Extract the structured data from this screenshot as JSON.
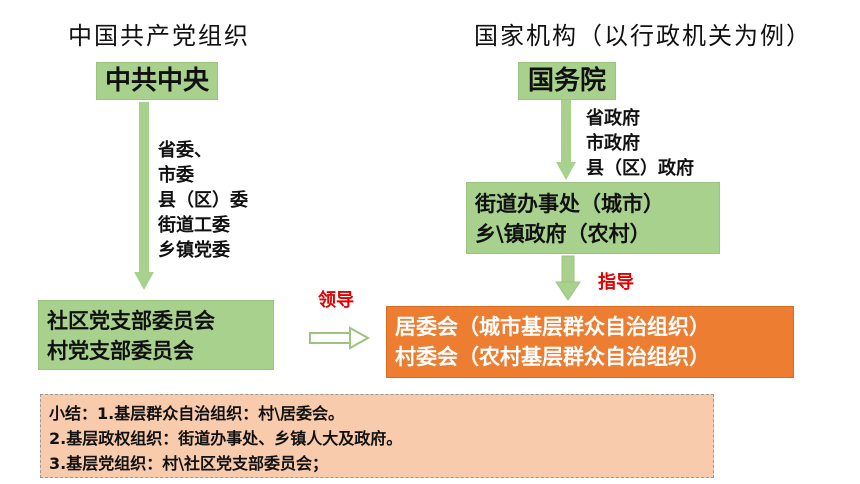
{
  "left_column": {
    "heading": "中国共产党组织",
    "top_box": "中共中央",
    "levels": [
      "省委、",
      "市委",
      "县（区）委",
      "街道工委",
      "乡镇党委"
    ],
    "bottom_box": [
      "社区党支部委员会",
      "村党支部委员会"
    ]
  },
  "right_column": {
    "heading": "国家机构（以行政机关为例）",
    "top_box": "国务院",
    "levels": [
      "省政府",
      "市政府",
      "县（区）政府"
    ],
    "middle_box": [
      "街道办事处（城市）",
      "乡\\镇政府（农村）"
    ],
    "guide_label": "指导",
    "bottom_box": [
      "居委会（城市基层群众自治组织）",
      "村委会（农村基层群众自治组织）"
    ]
  },
  "lead_label": "领导",
  "summary": [
    "小结：1.基层群众自治组织：村\\居委会。",
    "2.基层政权组织：街道办事处、乡镇人大及政府。",
    "3.基层党组织：村\\社区党支部委员会；"
  ],
  "colors": {
    "green_box": "#a9d18e",
    "orange_box": "#ed7d31",
    "summary_box": "#f8cbad",
    "red_text": "#e00000"
  }
}
